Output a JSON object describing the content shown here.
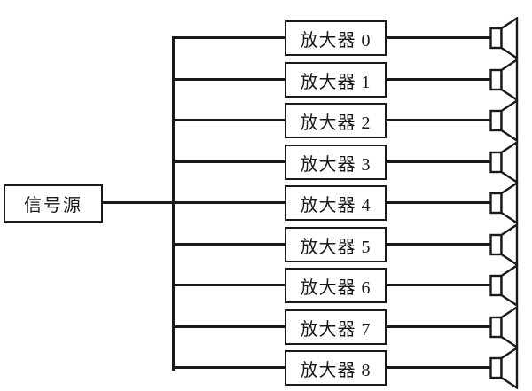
{
  "source": {
    "label": "信号源"
  },
  "amplifiers": [
    {
      "label": "放大器 0"
    },
    {
      "label": "放大器 1"
    },
    {
      "label": "放大器 2"
    },
    {
      "label": "放大器 3"
    },
    {
      "label": "放大器 4"
    },
    {
      "label": "放大器 5"
    },
    {
      "label": "放大器 6"
    },
    {
      "label": "放大器 7"
    },
    {
      "label": "放大器 8"
    }
  ],
  "icons": {
    "speaker": "speaker-icon"
  },
  "colors": {
    "line": "#1a1a1a",
    "background": "#ffffff",
    "box_fill": "#ffffff",
    "text": "#1a1a1a"
  }
}
